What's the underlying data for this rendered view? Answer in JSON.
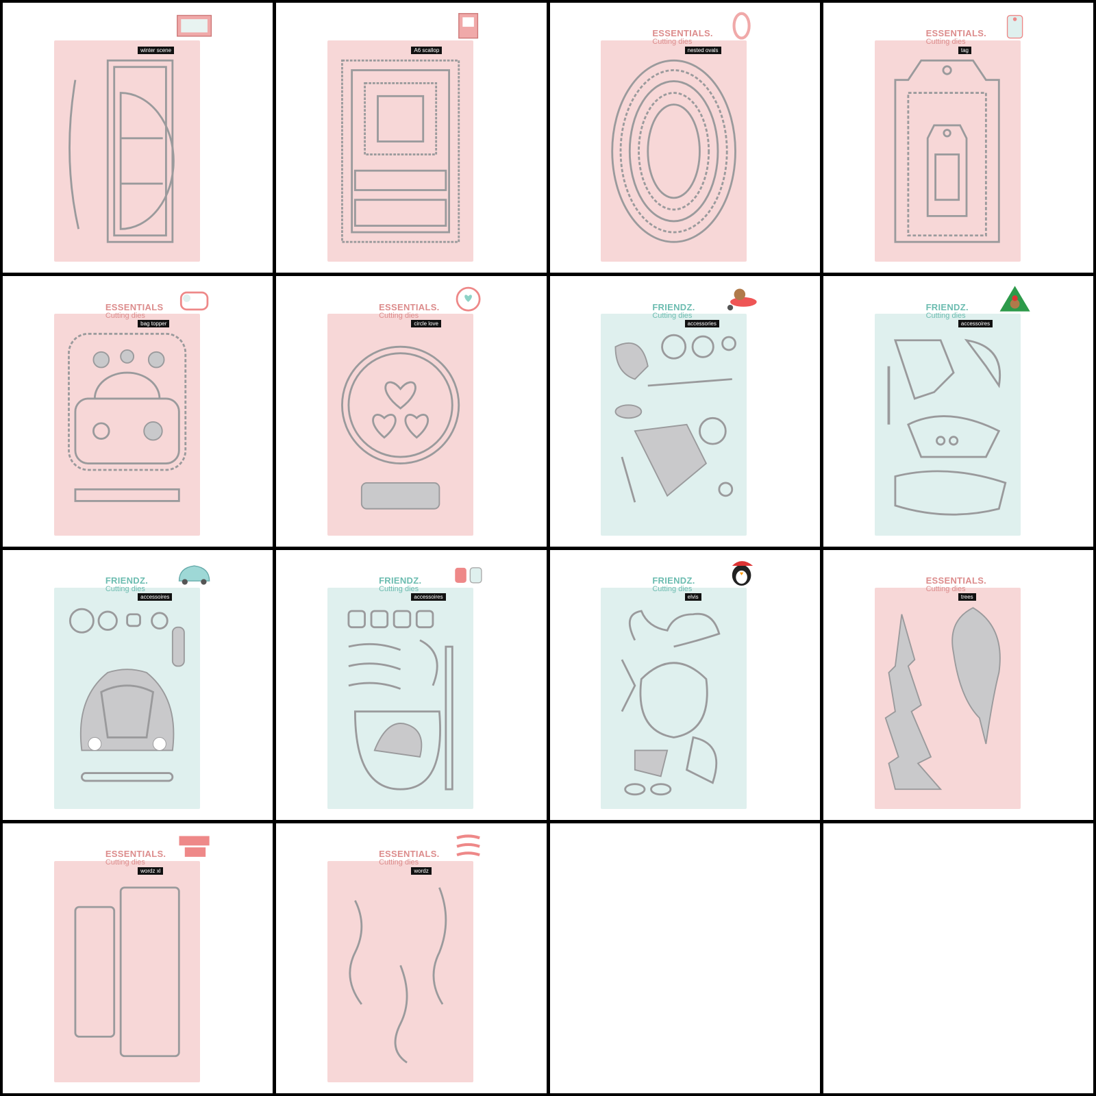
{
  "colors": {
    "pink_card": "#f7d7d7",
    "mint_card": "#dff0ee",
    "pink_text": "#dc8c8c",
    "mint_text": "#6cbcb0",
    "die_fill": "#c9c9cb",
    "die_stroke": "#9a9a9c",
    "label_bg": "#111111"
  },
  "products": [
    {
      "card": "pink",
      "brand": "",
      "sub": "",
      "label": "winter scene",
      "thumb": "window-scene-icon",
      "art": "arch-window"
    },
    {
      "card": "pink",
      "brand": "",
      "sub": "",
      "label": "A6 scallop",
      "thumb": "scallop-card-icon",
      "art": "scallop-frames"
    },
    {
      "card": "pink",
      "brand": "ESSENTIALS.",
      "sub": "Cutting dies",
      "label": "nested ovals",
      "thumb": "oval-frame-icon",
      "art": "nested-ovals"
    },
    {
      "card": "pink",
      "brand": "ESSENTIALS.",
      "sub": "Cutting dies",
      "label": "tag",
      "thumb": "gift-tag-icon",
      "art": "tag"
    },
    {
      "card": "pink",
      "brand": "ESSENTIALS",
      "sub": "Cutting dies",
      "label": "bag topper",
      "thumb": "bag-topper-icon",
      "art": "bag-topper"
    },
    {
      "card": "pink",
      "brand": "ESSENTIALS.",
      "sub": "Cutting dies",
      "label": "circle love",
      "thumb": "heart-wreath-icon",
      "art": "circle-love"
    },
    {
      "card": "mint",
      "brand": "FRIENDZ.",
      "sub": "Cutting dies",
      "label": "accessories",
      "thumb": "bear-airplane-icon",
      "art": "airplane-parts"
    },
    {
      "card": "mint",
      "brand": "FRIENDZ.",
      "sub": "Cutting dies",
      "label": "accessoires",
      "thumb": "christmas-tree-bear-icon",
      "art": "hat-parts"
    },
    {
      "card": "mint",
      "brand": "FRIENDZ.",
      "sub": "Cutting dies",
      "label": "accessoires",
      "thumb": "beetle-car-icon",
      "art": "beetle-car"
    },
    {
      "card": "mint",
      "brand": "FRIENDZ.",
      "sub": "Cutting dies",
      "label": "accessoires",
      "thumb": "hot-cocoa-icon",
      "art": "cocoa-mug"
    },
    {
      "card": "mint",
      "brand": "FRIENDZ.",
      "sub": "Cutting dies",
      "label": "elvis",
      "thumb": "penguin-santa-icon",
      "art": "reindeer-parts"
    },
    {
      "card": "pink",
      "brand": "ESSENTIALS.",
      "sub": "Cutting dies",
      "label": "trees",
      "thumb": "",
      "art": "pine-trees"
    },
    {
      "card": "pink",
      "brand": "ESSENTIALS.",
      "sub": "Cutting dies",
      "label": "wordz xl",
      "thumb": "make-a-wish-icon",
      "art": "make-a-wish-words"
    },
    {
      "card": "pink",
      "brand": "ESSENTIALS.",
      "sub": "Cutting dies",
      "label": "wordz",
      "thumb": "winter-words-icon",
      "art": "script-words"
    }
  ],
  "empty_cells": 2
}
